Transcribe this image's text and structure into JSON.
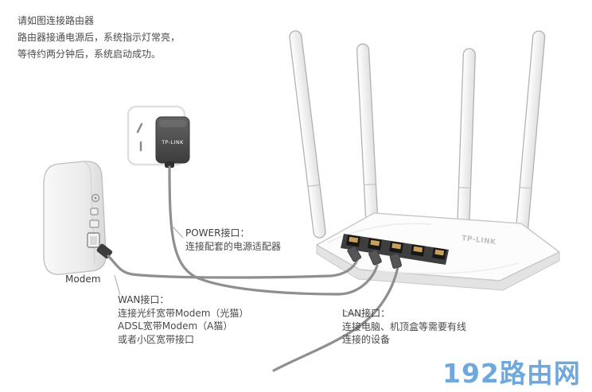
{
  "instructions": {
    "lines": [
      "请如图连接路由器",
      "路由器接通电源后，系统指示灯常亮，",
      "等待约两分钟后，系统启动成功。"
    ]
  },
  "labels": {
    "modem": "Modem"
  },
  "brands": {
    "adapter": "TP-LINK",
    "router": "TP-LINK"
  },
  "callouts": {
    "power": {
      "title": "POWER接口：",
      "lines": [
        "连接配套的电源适配器"
      ]
    },
    "wan": {
      "title": "WAN接口：",
      "lines": [
        "连接光纤宽带Modem（光猫）",
        "ADSL宽带Modem（A猫）",
        "或者小区宽带接口"
      ]
    },
    "lan": {
      "title": "LAN接口：",
      "lines": [
        "连接电脑、机顶盒等需要有线",
        "连接的设备"
      ]
    }
  },
  "watermark": {
    "text": "192路由网",
    "color": "#6fa8dc"
  },
  "colors": {
    "cable": "#8f8f8f",
    "text": "#4a4a4a",
    "background": "#ffffff",
    "adapter_dark": "#484848"
  }
}
